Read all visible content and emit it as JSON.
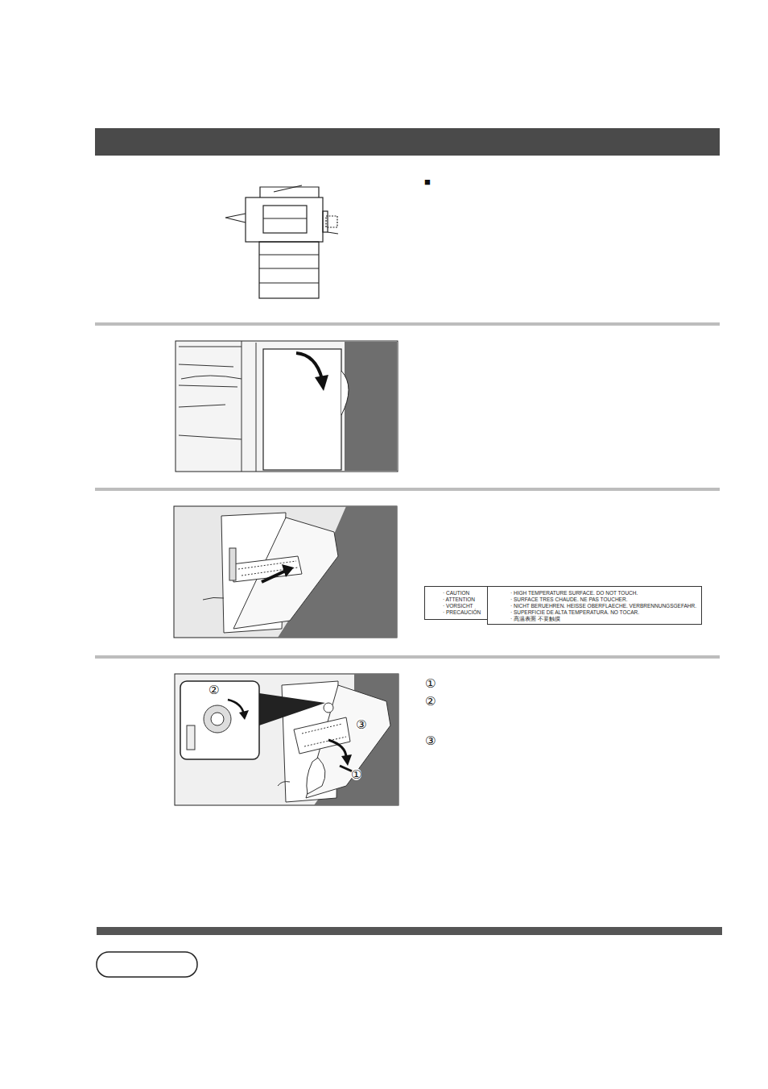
{
  "diagram": {
    "nodes": [
      {
        "text": [
          "· CAUTION",
          "· ATTENTION",
          "· VORSICHT",
          "· PRECAUCIÓN"
        ]
      },
      {
        "text": [
          "· HIGH TEMPERATURE SURFACE. DO NOT TOUCH.",
          "· SURFACE TRES CHAUDE. NE PAS TOUCHER.",
          "· NICHT BERUEHREN. HEISSE OBERFLAECHE. VERBRENNUNGSGEFAHR.",
          "· SUPERFICIE DE ALTA TEMPERATURA. NO TOCAR.",
          "· 高温表面 不要触摸"
        ]
      }
    ],
    "labels": [
      "■",
      "①",
      "②",
      "③",
      "②",
      "③",
      "①"
    ]
  }
}
